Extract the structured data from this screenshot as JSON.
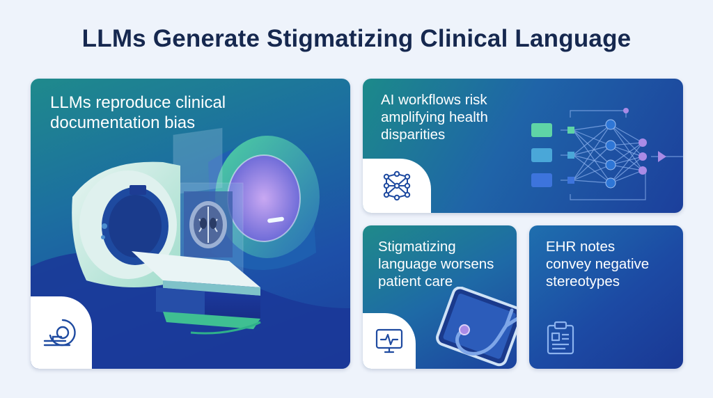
{
  "page": {
    "title": "LLMs Generate Stigmatizing Clinical Language"
  },
  "cards": {
    "mri": {
      "title_line1": "LLMs reproduce clinical",
      "title_line2": "documentation bias",
      "icon": "mri-scanner-icon"
    },
    "ai": {
      "title_line1": "AI workflows risk",
      "title_line2": "amplifying health",
      "title_line3": "disparities",
      "icon": "neural-network-icon"
    },
    "stigma": {
      "title_line1": "Stigmatizing",
      "title_line2": "language worsens",
      "title_line3": "patient care",
      "icon": "heart-monitor-icon"
    },
    "ehr": {
      "title_line1": "EHR notes",
      "title_line2": "convey negative",
      "title_line3": "stereotypes",
      "icon": "clipboard-icon"
    }
  },
  "colors": {
    "title": "#16284f",
    "icon_stroke": "#1e4aa0",
    "accent_green": "#5fd4a6",
    "accent_purple": "#a98be6"
  }
}
